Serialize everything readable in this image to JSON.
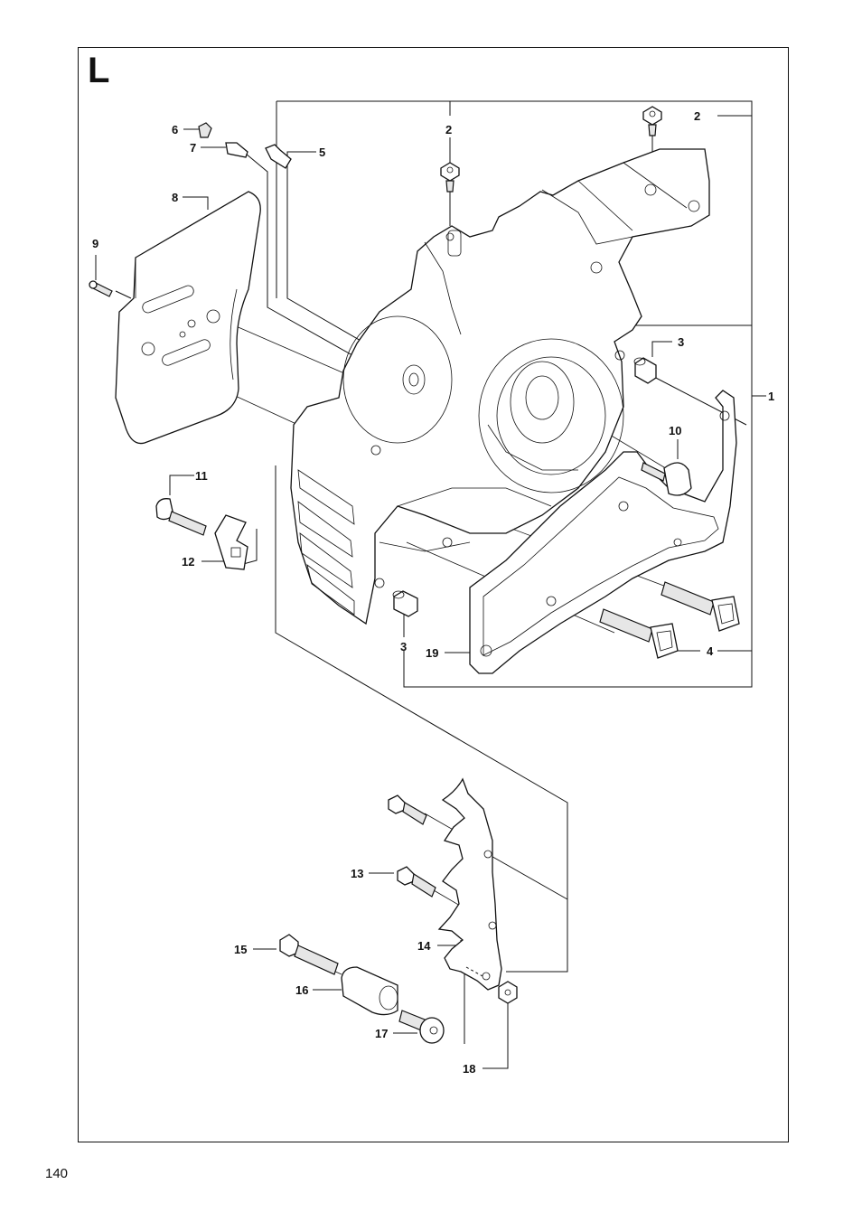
{
  "section_letter": "L",
  "page_number": "140",
  "callouts": {
    "c1": "1",
    "c2a": "2",
    "c2b": "2",
    "c3a": "3",
    "c3b": "3",
    "c4": "4",
    "c5": "5",
    "c6": "6",
    "c7": "7",
    "c8": "8",
    "c9": "9",
    "c10": "10",
    "c11": "11",
    "c12": "12",
    "c13": "13",
    "c14": "14",
    "c15": "15",
    "c16": "16",
    "c17": "17",
    "c18": "18",
    "c19": "19"
  }
}
